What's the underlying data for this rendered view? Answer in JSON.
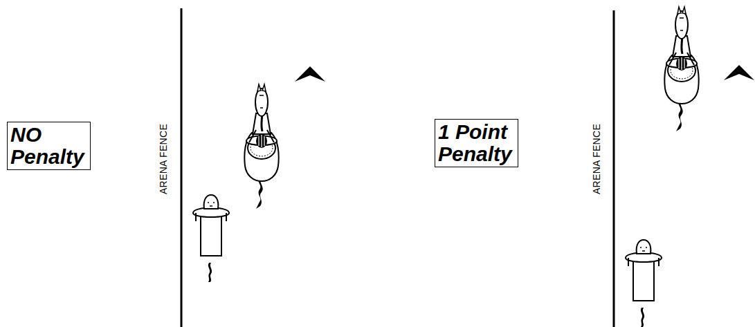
{
  "diagram": {
    "nodes": [
      {
        "text": [
          "NO Penalty"
        ]
      },
      {
        "text": [
          "1 Point Penalty"
        ]
      }
    ],
    "labels": [
      "ARENA FENCE",
      "ARENA FENCE"
    ]
  }
}
